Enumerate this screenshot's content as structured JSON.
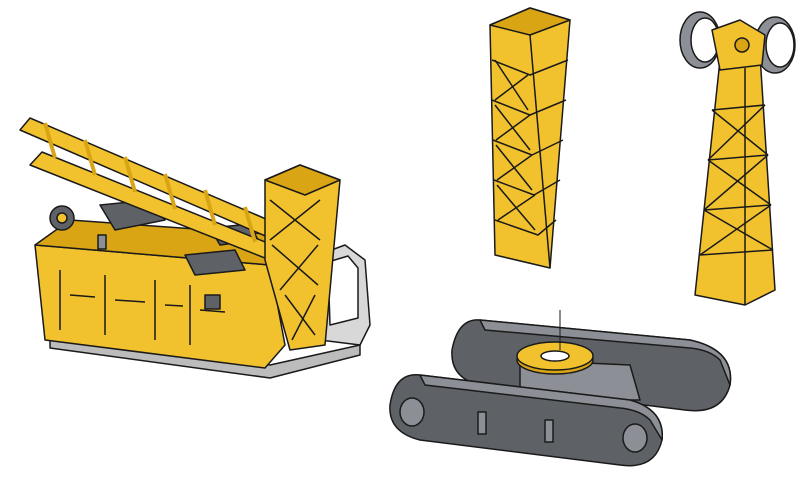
{
  "scene": {
    "components": [
      "crane-base-with-boom",
      "lattice-mast-section",
      "tower-with-sheaves",
      "crawler-undercarriage"
    ]
  },
  "colors": {
    "yellow": "#f2c22e",
    "yellow_shade": "#d9a514",
    "dark_gray": "#5e6166",
    "mid_gray": "#8c9096",
    "light_gray": "#d8d8d8",
    "outline": "#1a1a1a"
  }
}
